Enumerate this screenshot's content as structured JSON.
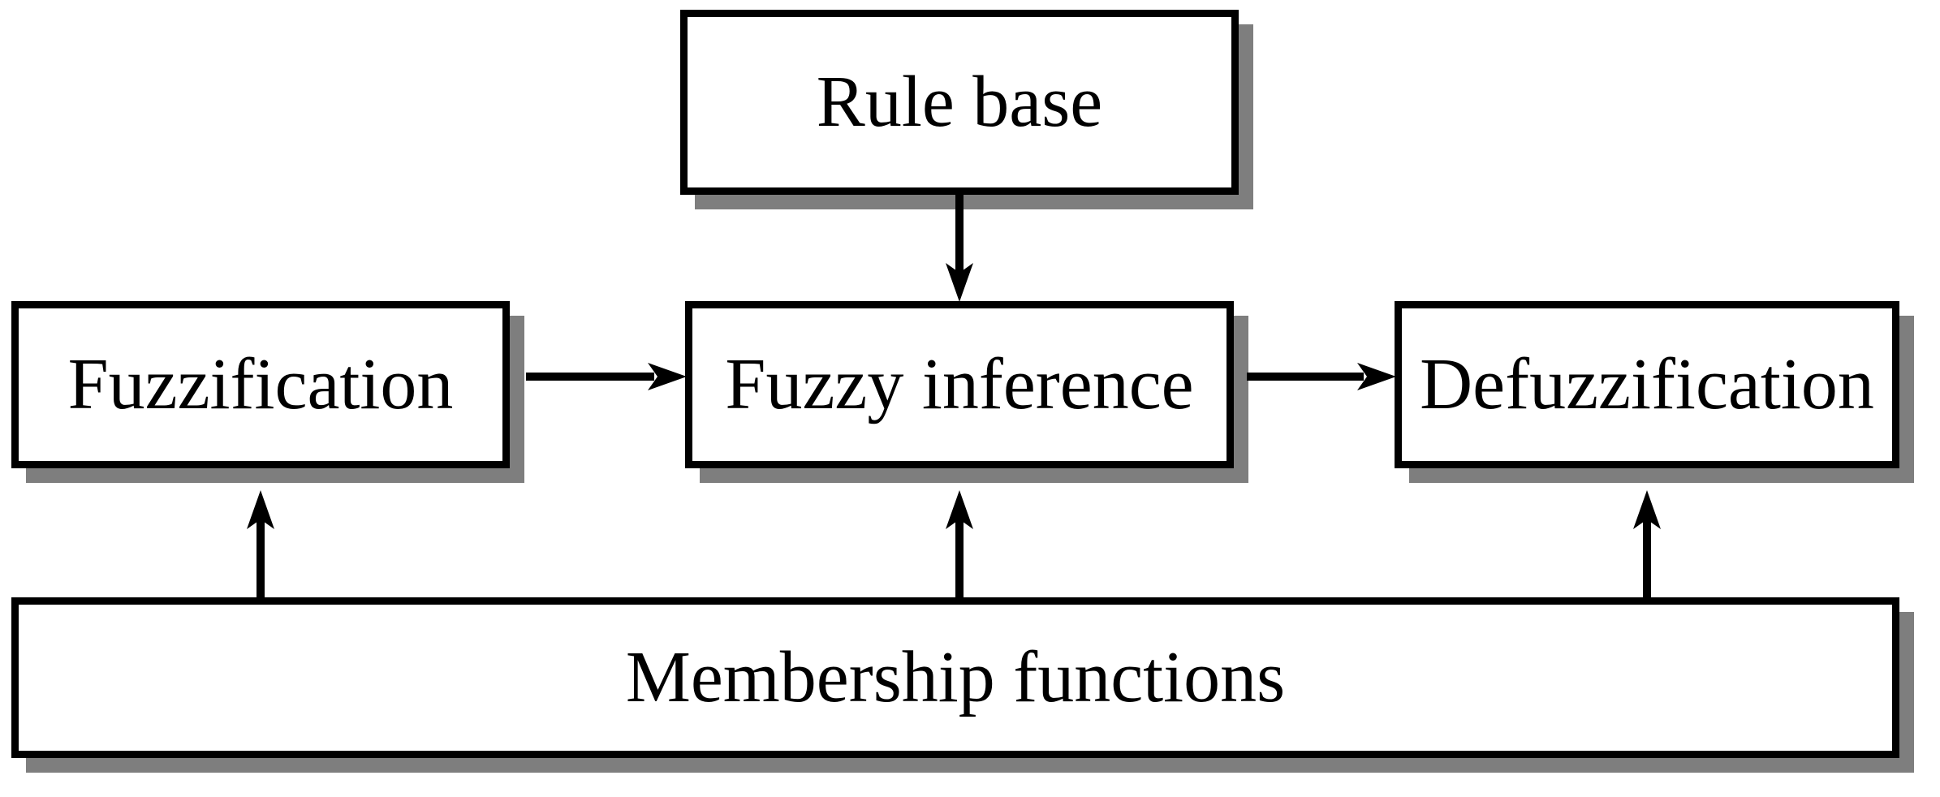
{
  "colors": {
    "background": "#ffffff",
    "box_fill": "#ffffff",
    "box_border": "#000000",
    "shadow": "#7e7e7e",
    "arrow": "#000000",
    "text": "#000000"
  },
  "nodes": {
    "rule_base": {
      "label": "Rule base"
    },
    "fuzzification": {
      "label": "Fuzzification"
    },
    "fuzzy_inference": {
      "label": "Fuzzy inference"
    },
    "defuzzification": {
      "label": "Defuzzification"
    },
    "membership_functions": {
      "label": "Membership functions"
    }
  },
  "edges": [
    {
      "from": "Rule base",
      "to": "Fuzzy inference",
      "type": "arrow",
      "direction": "down"
    },
    {
      "from": "Fuzzification",
      "to": "Fuzzy inference",
      "type": "arrow",
      "direction": "right"
    },
    {
      "from": "Fuzzy inference",
      "to": "Defuzzification",
      "type": "arrow",
      "direction": "right"
    },
    {
      "from": "Membership functions",
      "to": "Fuzzification",
      "type": "arrow",
      "direction": "up"
    },
    {
      "from": "Membership functions",
      "to": "Fuzzy inference",
      "type": "arrow",
      "direction": "up"
    },
    {
      "from": "Membership functions",
      "to": "Defuzzification",
      "type": "arrow",
      "direction": "up"
    }
  ]
}
